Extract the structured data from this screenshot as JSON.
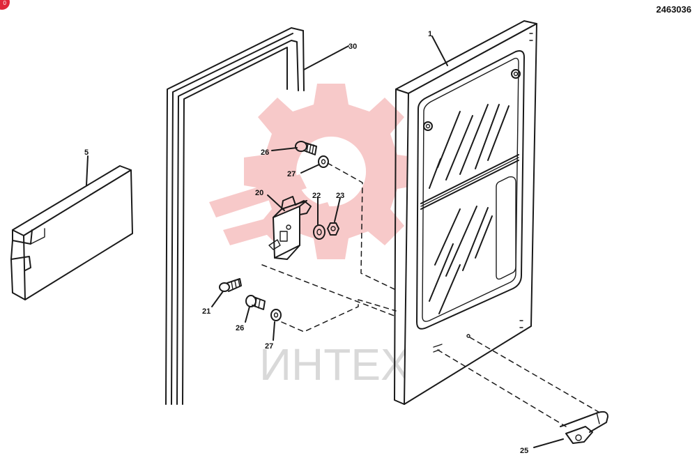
{
  "document_code": "2463036",
  "corner_badge": "0",
  "watermark": {
    "text": "ИНТЕХ",
    "gear_color": "#f7c9c9",
    "text_color": "#d9d9d9"
  },
  "callouts": {
    "c1": "1",
    "c5": "5",
    "c20": "20",
    "c21": "21",
    "c22": "22",
    "c23": "23",
    "c25": "25",
    "c26a": "26",
    "c26b": "26",
    "c27a": "27",
    "c27b": "27",
    "c30": "30"
  }
}
